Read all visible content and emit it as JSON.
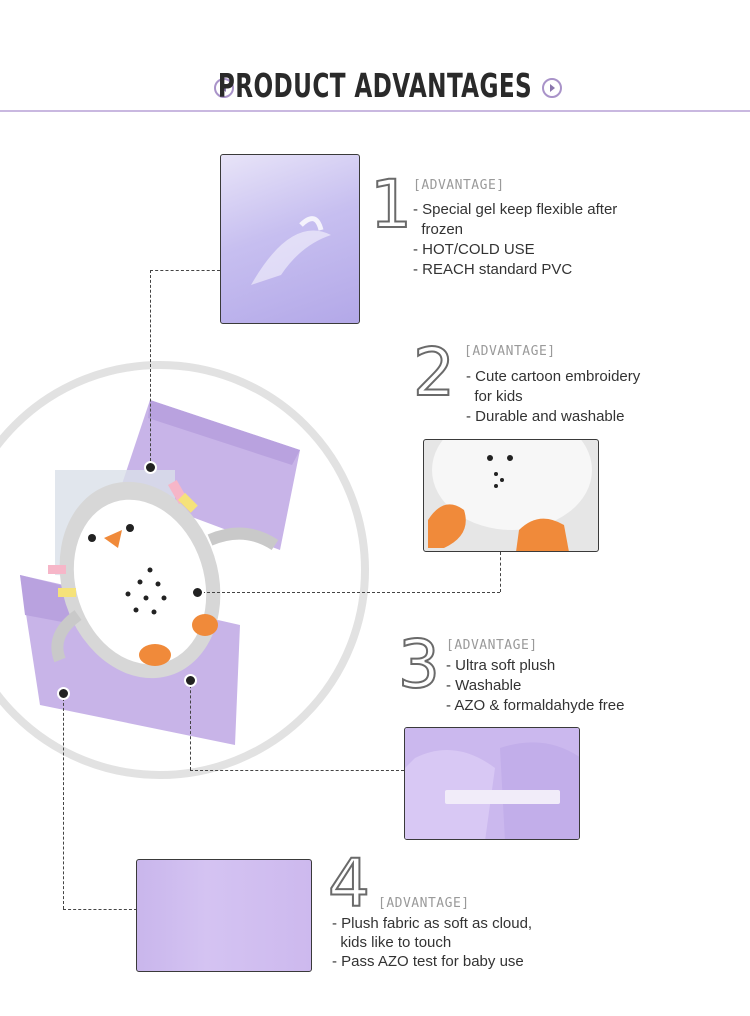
{
  "header": {
    "title": "PRODUCT ADVANTAGES"
  },
  "advantages": [
    {
      "number": "1",
      "tag": "[ADVANTAGE]",
      "lines": [
        "- Special gel keep flexible after",
        "  frozen",
        "- HOT/COLD USE",
        "- REACH standard PVC"
      ]
    },
    {
      "number": "2",
      "tag": "[ADVANTAGE]",
      "lines": [
        "- Cute cartoon embroidery",
        "  for kids",
        "- Durable and washable"
      ]
    },
    {
      "number": "3",
      "tag": "[ADVANTAGE]",
      "lines": [
        "- Ultra soft plush",
        "- Washable",
        "- AZO & formaldahyde free"
      ]
    },
    {
      "number": "4",
      "tag": "[ADVANTAGE]",
      "lines": [
        "- Plush fabric as soft as cloud,",
        "  kids like to touch",
        "- Pass AZO test for baby use"
      ]
    }
  ],
  "icons": {
    "prev": "chevron-left-icon",
    "next": "chevron-right-icon"
  },
  "colors": {
    "accent": "#a993c9",
    "lavender": "#c8b4e8",
    "line": "#c9b8e0"
  }
}
